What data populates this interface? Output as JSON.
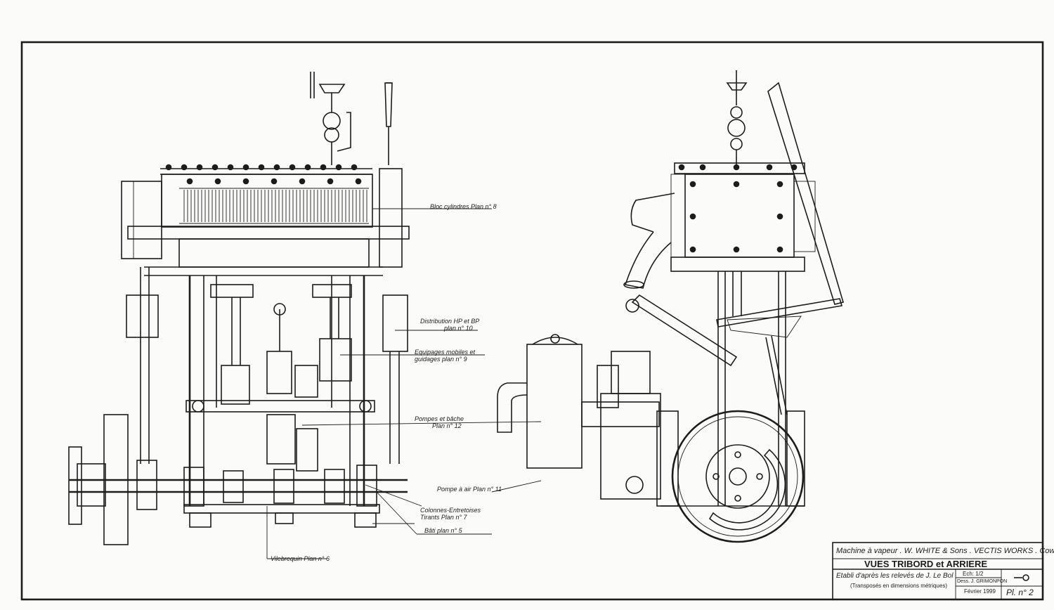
{
  "labels": {
    "bloc": "Bloc cylindres Plan n° 8",
    "distribution_1": "Distribution HP et BP",
    "distribution_2": "plan n° 10",
    "equipages_1": "Equipages mobiles et",
    "equipages_2": "guidages plan n° 9",
    "pompes_1": "Pompes et bâche",
    "pompes_2": "Plan n° 12",
    "pompe_air": "Pompe à air Plan n° 11",
    "colonnes_1": "Colonnes-Entretoises",
    "colonnes_2": "Tirants Plan n° 7",
    "bati": "Bâti plan n° 5",
    "vilebrequin": "Vilebrequin Plan n° 6"
  },
  "title_block": {
    "line1": "Machine à vapeur . W. WHITE & Sons . VECTIS WORKS . Cowes",
    "line2": "VUES TRIBORD et ARRIERE",
    "etabli": "Etabli d'après les relevés de J. Le Bol",
    "transposes": "(Transposés en dimensions métriques)",
    "ech": "Ech: 1/2",
    "dess": "Dess. J. GRIMONPON",
    "date": "Février 1999",
    "plan_no": "Pl. n° 2"
  },
  "colors": {
    "ink": "#1c1c1c",
    "paper": "#fbfbf9"
  }
}
